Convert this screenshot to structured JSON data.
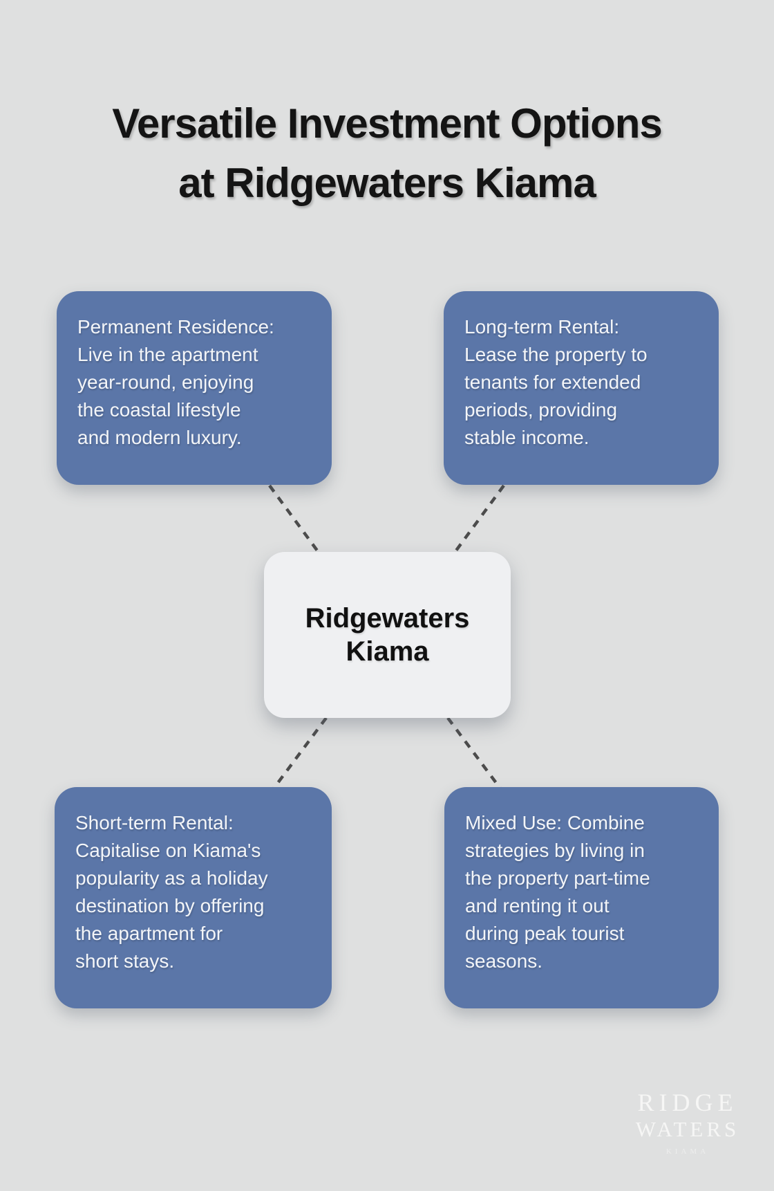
{
  "title": {
    "lines": [
      "Versatile Investment Options",
      "at Ridgewaters Kiama"
    ]
  },
  "center_node": {
    "lines": [
      "Ridgewaters",
      "Kiama"
    ]
  },
  "nodes": {
    "top_left": {
      "lines": [
        "Permanent Residence:",
        "Live in the apartment",
        "year-round, enjoying",
        "the coastal lifestyle",
        "and modern luxury."
      ]
    },
    "top_right": {
      "lines": [
        "Long-term Rental:",
        "Lease the property to",
        "tenants for extended",
        "periods, providing",
        "stable income."
      ]
    },
    "bottom_left": {
      "lines": [
        "Short-term Rental:",
        "Capitalise on Kiama's",
        "popularity as a holiday",
        "destination by offering",
        "the apartment for",
        "short stays."
      ]
    },
    "bottom_right": {
      "lines": [
        "Mixed Use: Combine",
        "strategies by living in",
        "the property part-time",
        "and renting it out",
        "during peak tourist",
        "seasons."
      ]
    }
  },
  "logo": {
    "line1": "RIDGE",
    "line2": "WATERS",
    "line3": "KIAMA"
  },
  "colors": {
    "background": "#dfe0e0",
    "node_bg": "#5b76a8",
    "node_text": "#f3f5f8",
    "center_bg": "#eff0f2",
    "center_text": "#111111",
    "connector": "#4c4c4c",
    "title_text": "#141414",
    "logo_text": "#f8f8f7"
  }
}
